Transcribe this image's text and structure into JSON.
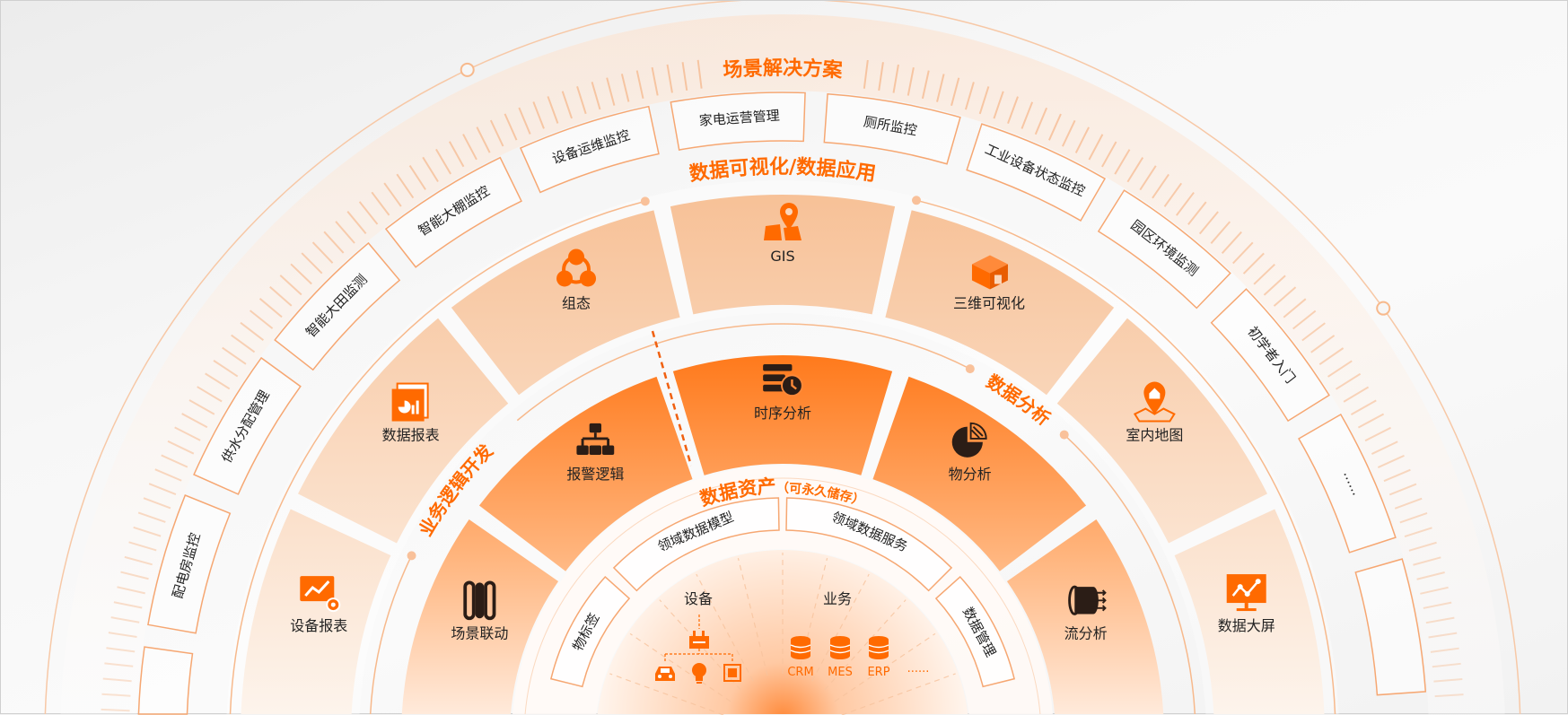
{
  "titles": {
    "scenario": "场景解决方案",
    "visualization": "数据可视化/数据应用",
    "logic": "业务逻辑开发",
    "analysis": "数据分析",
    "asset": "数据资产",
    "asset_note": "（可永久储存）"
  },
  "scenarios": [
    "配电房监控",
    "供水分配管理",
    "智能大田监测",
    "智能大棚监控",
    "设备运维监控",
    "家电运营管理",
    "厕所监控",
    "工业设备状态监控",
    "园区环境监测",
    "初学者入门",
    "······"
  ],
  "visualization": [
    {
      "label": "设备报表",
      "icon": "device-report-icon"
    },
    {
      "label": "数据报表",
      "icon": "data-report-icon"
    },
    {
      "label": "组态",
      "icon": "configuration-icon"
    },
    {
      "label": "GIS",
      "icon": "gis-map-pin-icon"
    },
    {
      "label": "三维可视化",
      "icon": "3d-building-icon"
    },
    {
      "label": "室内地图",
      "icon": "indoor-map-icon"
    },
    {
      "label": "数据大屏",
      "icon": "big-screen-icon"
    }
  ],
  "analysis": [
    {
      "label": "场景联动",
      "icon": "scene-linkage-icon"
    },
    {
      "label": "报警逻辑",
      "icon": "alarm-logic-icon"
    },
    {
      "label": "时序分析",
      "icon": "time-series-icon"
    },
    {
      "label": "物分析",
      "icon": "pie-chart-icon"
    },
    {
      "label": "流分析",
      "icon": "stream-icon"
    }
  ],
  "asset_items": [
    "物标签",
    "领域数据模型",
    "领域数据服务",
    "数据管理"
  ],
  "sources": {
    "device_label": "设备",
    "business_label": "业务",
    "systems": [
      "CRM",
      "MES",
      "ERP"
    ],
    "more": "······"
  },
  "colors": {
    "accent": "#ff6a00",
    "dark_icon": "#2b1d16",
    "text": "#222222"
  }
}
